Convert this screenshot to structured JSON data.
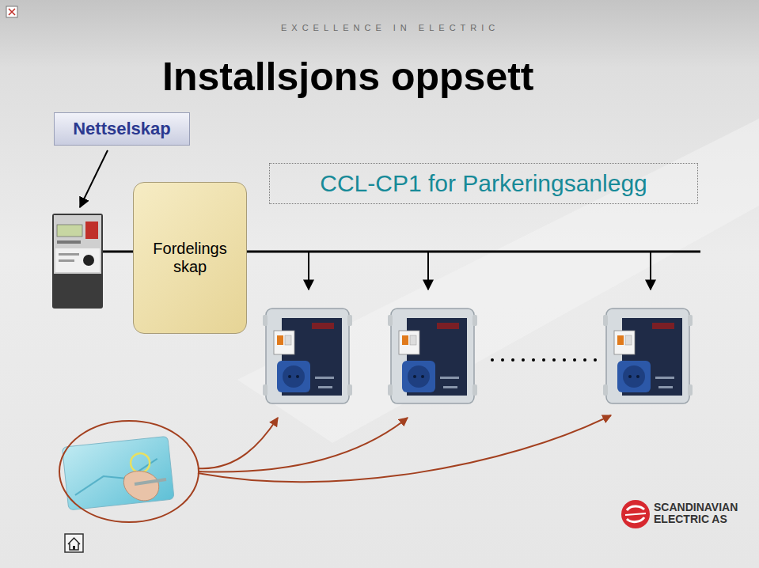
{
  "diagram": {
    "title": "Installsjons oppsett",
    "nodes": [
      {
        "text": [
          "Nettselskap"
        ]
      },
      {
        "text": [
          "Fordelings skap"
        ]
      },
      {
        "text": [
          "CCL-CP1 for Parkeringsanlegg"
        ]
      }
    ],
    "labels": [
      "EXCELLENCE IN ELECTRIC",
      "SCANDINAVIAN ELECTRIC AS"
    ]
  }
}
